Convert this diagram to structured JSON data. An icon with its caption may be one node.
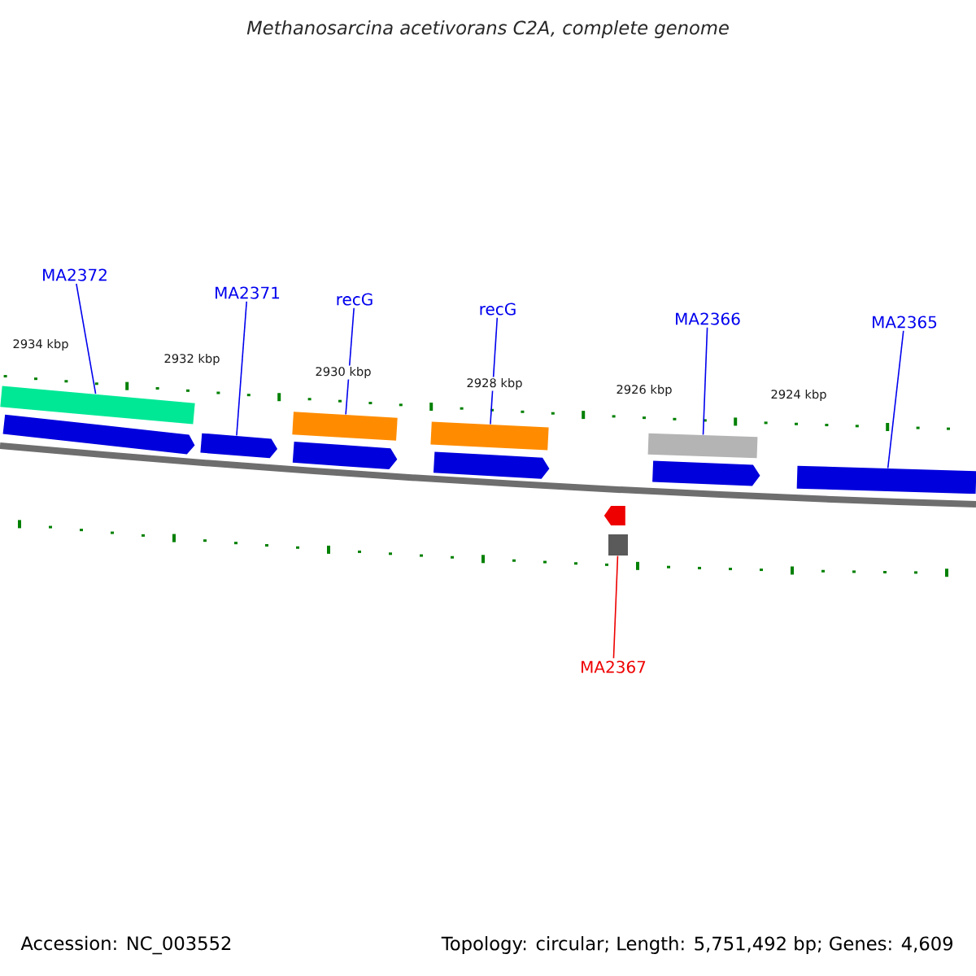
{
  "diagram": {
    "title": "Methanosarcina acetivorans C2A, complete genome",
    "nodes": [
      {
        "text": [
          "MA2372"
        ]
      },
      {
        "text": [
          "MA2371"
        ]
      },
      {
        "text": [
          "recG"
        ]
      },
      {
        "text": [
          "recG"
        ]
      },
      {
        "text": [
          "MA2366"
        ]
      },
      {
        "text": [
          "MA2365"
        ]
      },
      {
        "text": [
          "MA2367"
        ]
      },
      {
        "text": [],
        "shape": "bar"
      },
      {
        "text": [],
        "shape": "bar"
      },
      {
        "text": [],
        "shape": "bar"
      },
      {
        "text": [],
        "shape": "bar"
      },
      {
        "text": [],
        "shape": "arrow"
      },
      {
        "text": [],
        "shape": "arrow"
      },
      {
        "text": [],
        "shape": "arrow"
      },
      {
        "text": [],
        "shape": "arrow"
      },
      {
        "text": [],
        "shape": "arrow"
      },
      {
        "text": [],
        "shape": "bar"
      },
      {
        "text": [],
        "shape": "arrow"
      },
      {
        "text": [],
        "shape": "box"
      }
    ],
    "edges": [
      {
        "from": 0,
        "to": 7,
        "arrow": "none"
      },
      {
        "from": 1,
        "to": 12,
        "arrow": "none"
      },
      {
        "from": 2,
        "to": 8,
        "arrow": "none"
      },
      {
        "from": 3,
        "to": 9,
        "arrow": "none"
      },
      {
        "from": 4,
        "to": 10,
        "arrow": "none"
      },
      {
        "from": 5,
        "to": 16,
        "arrow": "none"
      },
      {
        "from": 6,
        "to": 18,
        "arrow": "none",
        "color": "#ee0000"
      }
    ],
    "labels": [
      "2934 kbp",
      "2932 kbp",
      "2930 kbp",
      "2928 kbp",
      "2926 kbp",
      "2924 kbp",
      "Accession: NC_003552",
      "Topology: circular; Length: 5,751,492 bp; Genes: 4,609"
    ]
  }
}
